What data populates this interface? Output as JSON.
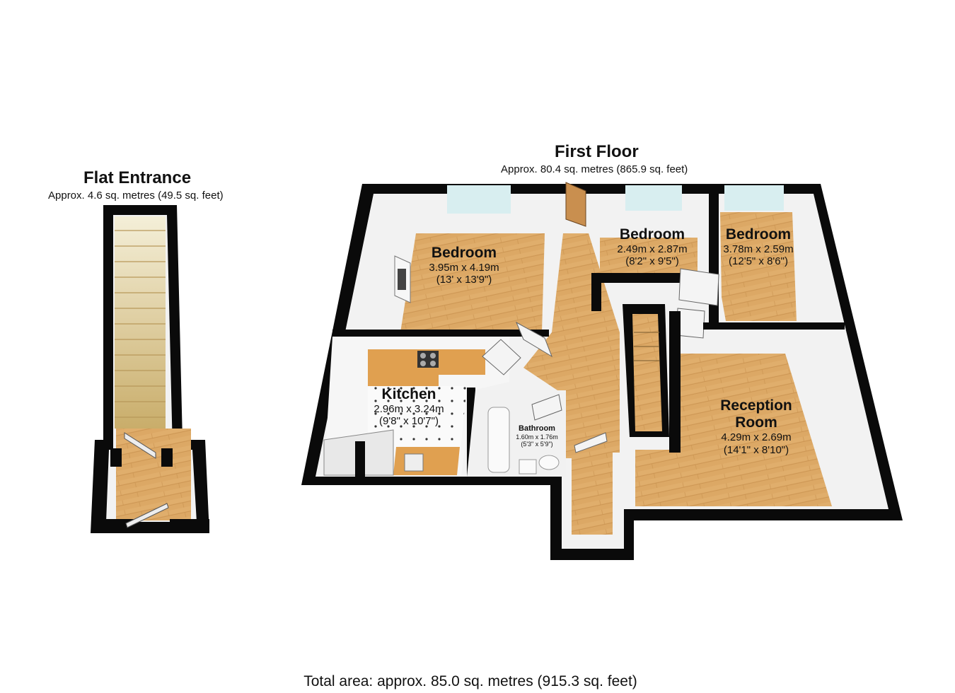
{
  "flat_entrance": {
    "title": "Flat Entrance",
    "area": "Approx. 4.6 sq. metres (49.5 sq. feet)"
  },
  "first_floor": {
    "title": "First Floor",
    "area": "Approx. 80.4 sq. metres (865.9 sq. feet)"
  },
  "rooms": [
    {
      "name": "Bedroom",
      "metric": "3.95m x 4.19m",
      "imperial": "(13' x 13'9\")"
    },
    {
      "name": "Bedroom",
      "metric": "2.49m x 2.87m",
      "imperial": "(8'2\" x 9'5\")"
    },
    {
      "name": "Bedroom",
      "metric": "3.78m x 2.59m",
      "imperial": "(12'5\" x 8'6\")"
    },
    {
      "name": "Kitchen",
      "metric": "2.96m x 3.24m",
      "imperial": "(9'8\" x 10'7\")"
    },
    {
      "name": "Bathroom",
      "metric": "1.60m x 1.76m",
      "imperial": "(5'3\" x 5'9\")"
    },
    {
      "name_line1": "Reception",
      "name_line2": "Room",
      "metric": "4.29m x 2.69m",
      "imperial": "(14'1\" x 8'10\")"
    }
  ],
  "total": "Total area: approx. 85.0 sq. metres (915.3 sq. feet)",
  "colors": {
    "wall": "#0a0a0a",
    "floor_wood": "#dca865",
    "wall_face": "#f2f2f2",
    "worktop": "#e0a050",
    "window_glass": "#d8eef0"
  }
}
